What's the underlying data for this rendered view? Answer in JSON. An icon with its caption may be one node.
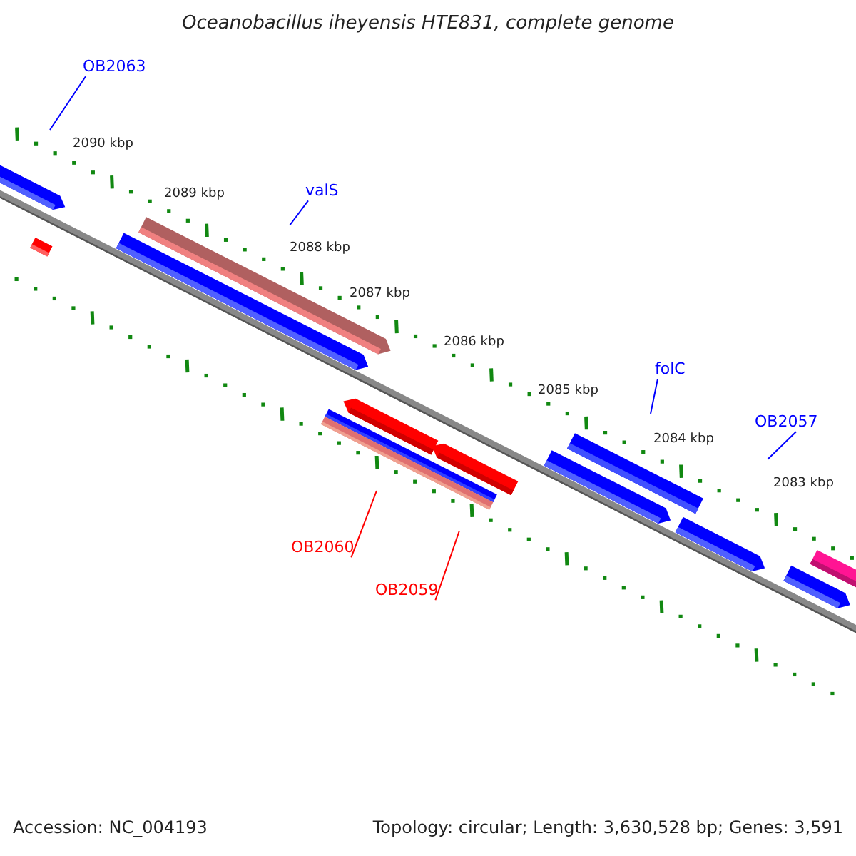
{
  "diagram": {
    "title": "Oceanobacillus iheyensis HTE831, complete genome",
    "nodes": [
      {
        "text": [
          "OB2063"
        ]
      },
      {
        "text": [
          "valS"
        ]
      },
      {
        "text": [
          "folC"
        ]
      },
      {
        "text": [
          "OB2057"
        ]
      },
      {
        "text": [
          "OB2060"
        ]
      },
      {
        "text": [
          "OB2059"
        ]
      }
    ],
    "edges": [
      {
        "from": 0,
        "to": null,
        "arrow": "none"
      },
      {
        "from": 1,
        "to": null,
        "arrow": "none"
      },
      {
        "from": 2,
        "to": null,
        "arrow": "none"
      },
      {
        "from": 3,
        "to": null,
        "arrow": "none"
      },
      {
        "from": 4,
        "to": null,
        "arrow": "none",
        "color": "#ff0000"
      },
      {
        "from": 5,
        "to": null,
        "arrow": "none",
        "color": "#ff0000"
      }
    ],
    "labels": [
      "2090 kbp",
      "2089 kbp",
      "2088 kbp",
      "2087 kbp",
      "2086 kbp",
      "2085 kbp",
      "2084 kbp",
      "2083 kbp",
      "Accession: NC_004193",
      "Topology: circular; Length: 3,630,528 bp; Genes: 3,591"
    ]
  }
}
